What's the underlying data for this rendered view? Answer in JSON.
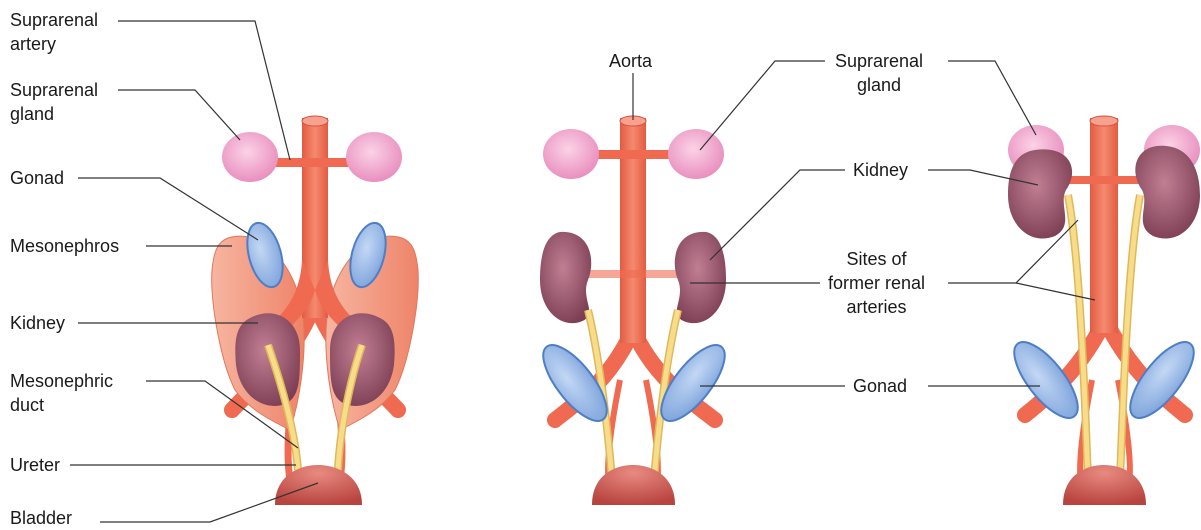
{
  "labels": {
    "suprarenal_artery": [
      "Suprarenal",
      "artery"
    ],
    "suprarenal_gland_left": [
      "Suprarenal",
      "gland"
    ],
    "gonad_left": "Gonad",
    "mesonephros": "Mesonephros",
    "kidney_left": "Kidney",
    "mesonephric_duct": [
      "Mesonephric",
      "duct"
    ],
    "ureter": "Ureter",
    "bladder": "Bladder",
    "aorta": "Aorta",
    "suprarenal_gland_right": [
      "Suprarenal",
      "gland"
    ],
    "kidney_right": "Kidney",
    "sites_former_renal_arteries": [
      "Sites of",
      "former renal",
      "arteries"
    ],
    "gonad_right": "Gonad"
  },
  "colors": {
    "artery": "#ef6a50",
    "artery_dark": "#d4503a",
    "adrenal": "#f3a6cd",
    "kidney": "#9c5a70",
    "mesonephros": "#f39a80",
    "gonad": "#8fb4e6",
    "ureter": "#f5d77f",
    "bladder": "#c24f4b",
    "leader": "#333333"
  }
}
